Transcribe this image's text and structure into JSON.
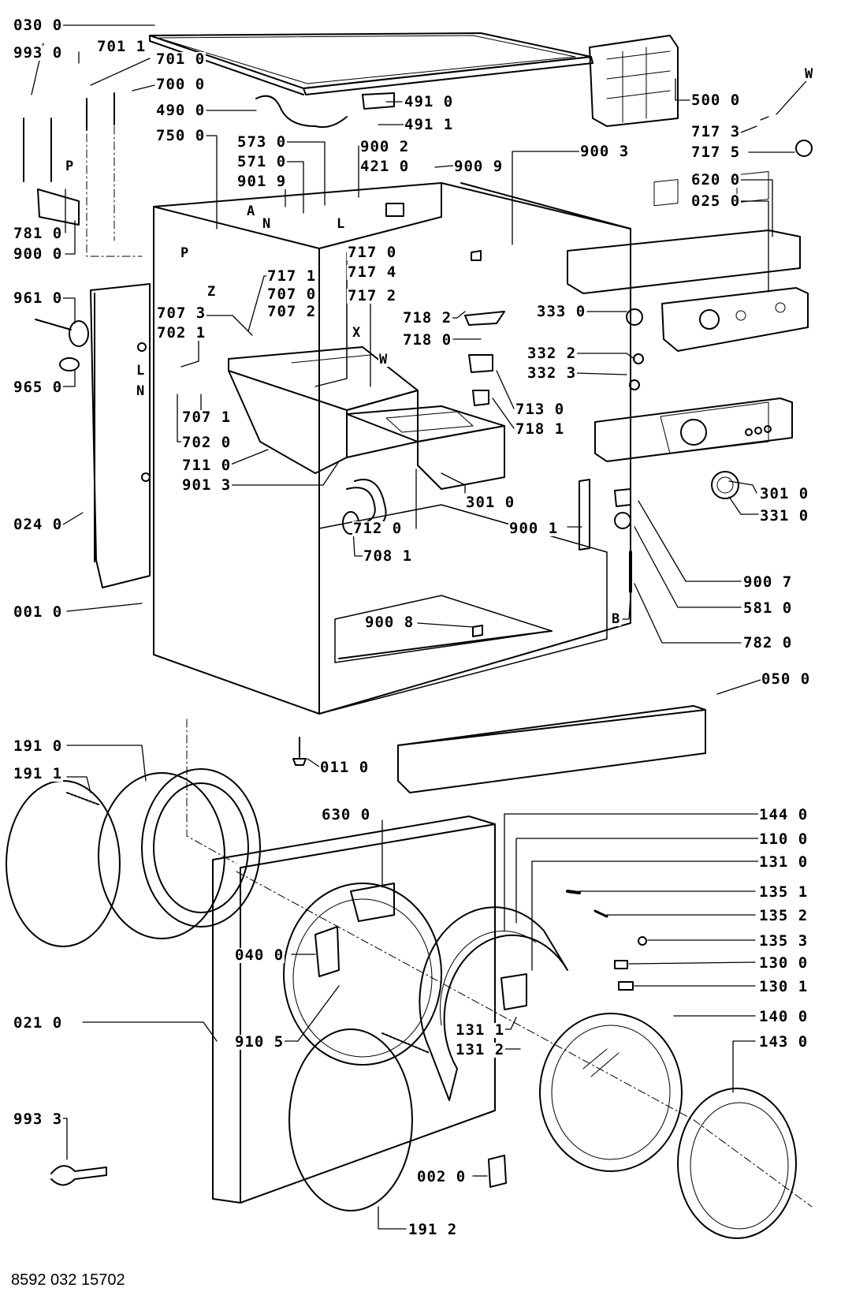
{
  "diagram": {
    "footer_code": "8592 032 15702",
    "parts": {
      "p0300": "030 0",
      "p9930": "993 0",
      "p7011": "701 1",
      "p7010": "701 0",
      "p7000": "700 0",
      "p4900": "490 0",
      "p4910": "491 0",
      "p4911": "491 1",
      "p7500": "750 0",
      "p5730": "573 0",
      "p5710": "571 0",
      "p9019": "901 9",
      "p9002": "900 2",
      "p4210": "421 0",
      "p9009": "900 9",
      "p9003": "900 3",
      "p5000": "500 0",
      "p7173": "717 3",
      "p7175": "717 5",
      "p6200": "620 0",
      "p0250": "025 0",
      "p7810": "781 0",
      "p9000": "900 0",
      "p7170": "717 0",
      "p7174": "717 4",
      "p7171": "717 1",
      "p7070": "707 0",
      "p7072": "707 2",
      "p7172": "717 2",
      "p7182": "718 2",
      "p7180": "718 0",
      "p9610": "961 0",
      "p7073": "707 3",
      "p7021": "702 1",
      "p3330": "333 0",
      "p3322": "332 2",
      "p3323": "332 3",
      "p9650": "965 0",
      "p7130": "713 0",
      "p7181": "718 1",
      "p7071": "707 1",
      "p7020": "702 0",
      "p7110": "711 0",
      "p9013": "901 3",
      "p3010a": "301 0",
      "p3010b": "301 0",
      "p3310": "331 0",
      "p0240": "024 0",
      "p7120": "712 0",
      "p7081": "708 1",
      "p9001": "900 1",
      "p9007": "900 7",
      "p5810": "581 0",
      "p0010": "001 0",
      "p9008": "900 8",
      "p7820": "782 0",
      "p0500": "050 0",
      "p1910": "191 0",
      "p1911": "191 1",
      "p0110": "011 0",
      "p6300": "630 0",
      "p1440": "144 0",
      "p1100": "110 0",
      "p1310": "131 0",
      "p1351": "135 1",
      "p1352": "135 2",
      "p1353": "135 3",
      "p0400": "040 0",
      "p1300": "130 0",
      "p1301": "130 1",
      "p0210": "021 0",
      "p9105": "910 5",
      "p1311": "131 1",
      "p1312": "131 2",
      "p1400": "140 0",
      "p1430": "143 0",
      "p9933": "993 3",
      "p0020": "002 0",
      "p1912": "191 2"
    },
    "letters": {
      "P1": "P",
      "P2": "P",
      "A": "A",
      "N1": "N",
      "N2": "N",
      "L1": "L",
      "L2": "L",
      "Z": "Z",
      "X": "X",
      "W1": "W",
      "W2": "W",
      "B": "B"
    }
  }
}
